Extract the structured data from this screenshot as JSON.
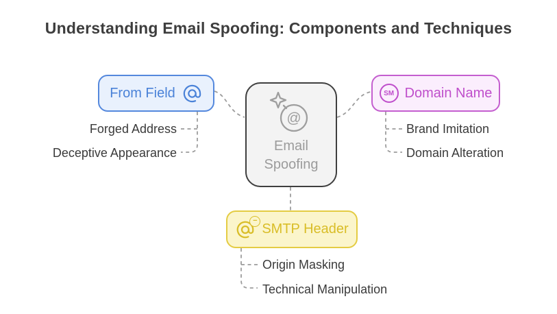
{
  "title": "Understanding Email Spoofing: Components and Techniques",
  "center": {
    "icon": "email-bomb-icon",
    "icon_glyph": "@",
    "lines": [
      "Email",
      "Spoofing"
    ],
    "fill": "#f3f3f3",
    "border": "#3f3f3f",
    "text_color": "#9b9b9b"
  },
  "branches": [
    {
      "label": "From Field",
      "icon": "at-icon",
      "accent": "#5488dd",
      "fill": "#e9f1fd",
      "children": [
        {
          "label": "Forged Address"
        },
        {
          "label": "Deceptive Appearance"
        }
      ]
    },
    {
      "label": "Domain Name",
      "icon": "service-mark-icon",
      "icon_glyph": "SM",
      "accent": "#c45ecf",
      "fill": "#fbeefd",
      "children": [
        {
          "label": "Brand Imitation"
        },
        {
          "label": "Domain Alteration"
        }
      ]
    },
    {
      "label": "SMTP Header",
      "icon": "at-minus-icon",
      "badge_glyph": "−",
      "accent": "#e4cc43",
      "fill": "#fbf5cb",
      "children": [
        {
          "label": "Origin Masking"
        },
        {
          "label": "Technical Manipulation"
        }
      ]
    }
  ],
  "connector_color": "#9c9c9c",
  "leaf_text_color": "#3a3a3a"
}
